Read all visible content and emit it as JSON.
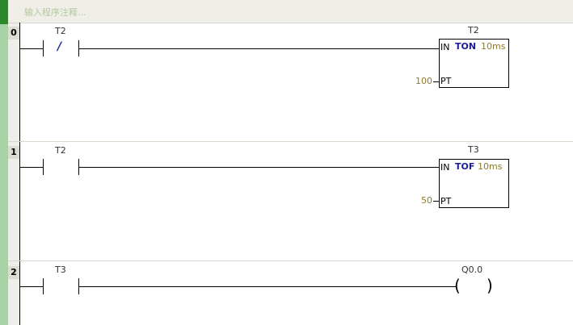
{
  "comment": {
    "placeholder": "输入程序注释..."
  },
  "networks": [
    {
      "number": "0",
      "contact": {
        "label": "T2",
        "modifier": "/"
      },
      "timer": {
        "name": "T2",
        "type": "TON",
        "unit": "10ms",
        "in": "IN",
        "pt": "PT",
        "pt_value": "100"
      }
    },
    {
      "number": "1",
      "contact": {
        "label": "T2"
      },
      "timer": {
        "name": "T3",
        "type": "TOF",
        "unit": "10ms",
        "in": "IN",
        "pt": "PT",
        "pt_value": "50"
      }
    },
    {
      "number": "2",
      "contact": {
        "label": "T3"
      },
      "coil": {
        "name": "Q0.0"
      }
    }
  ]
}
